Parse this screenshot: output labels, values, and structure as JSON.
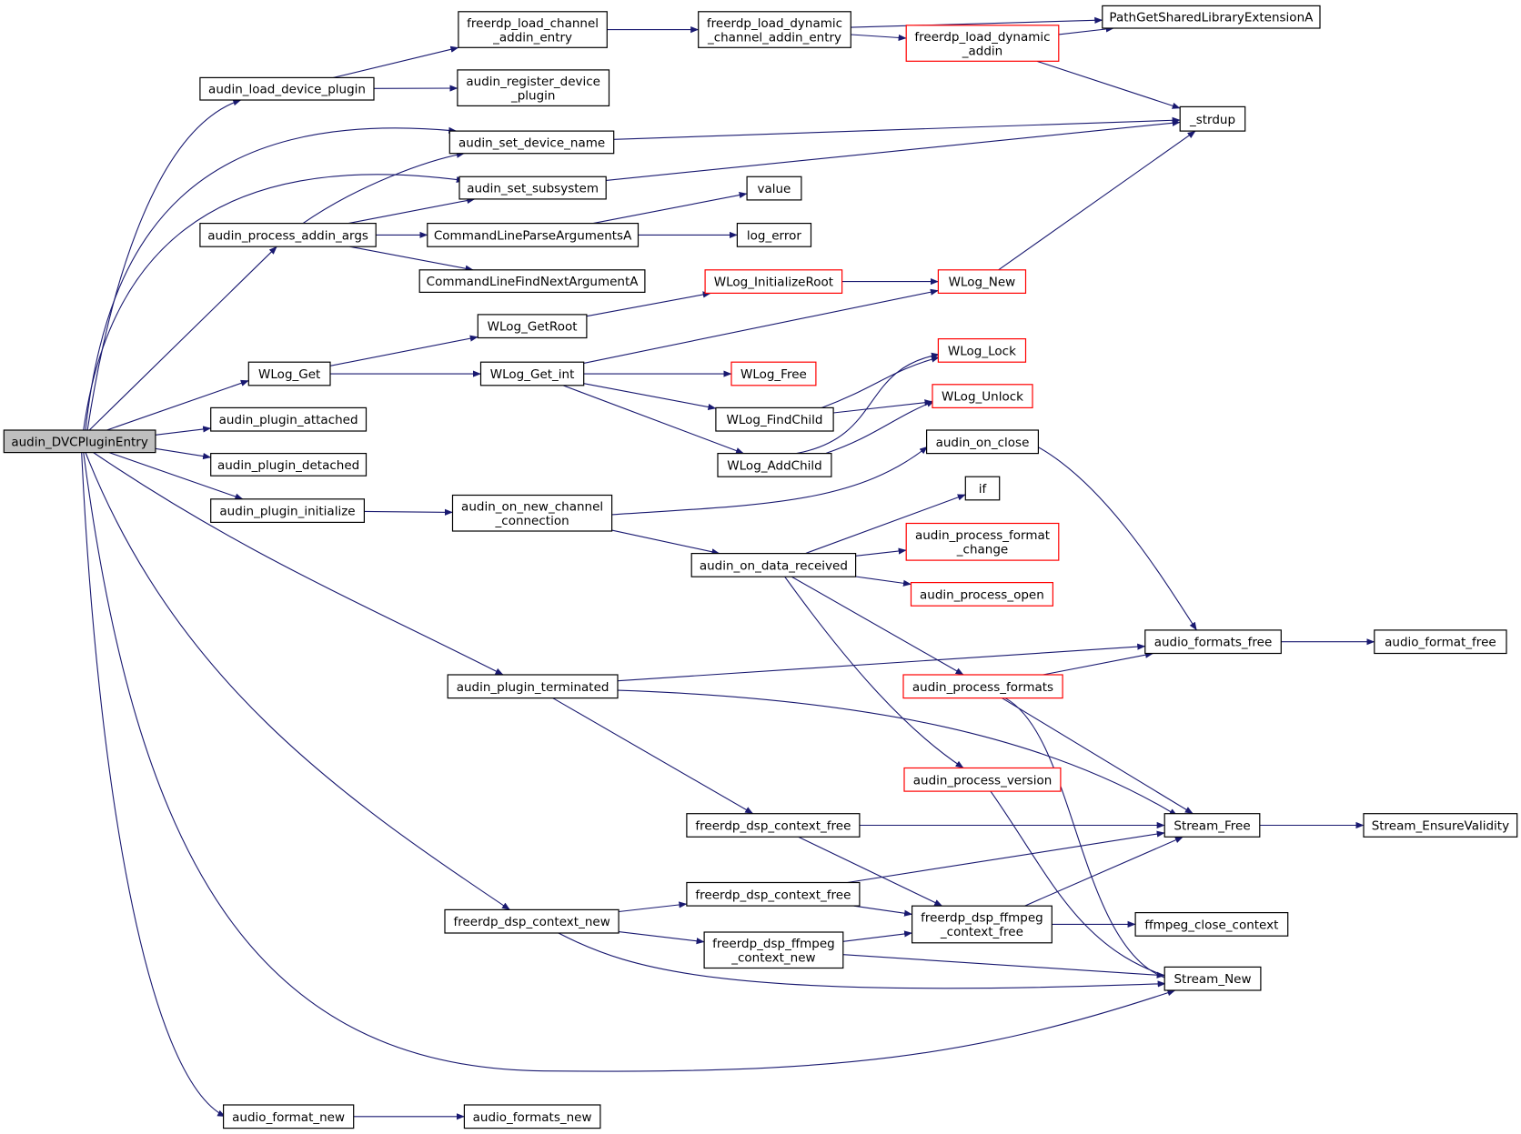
{
  "colors": {
    "edge": "#191970",
    "node_border": "#000000",
    "node_border_incomplete": "#ff0000",
    "node_fill": "#ffffff",
    "root_fill": "#bfbfbf"
  },
  "nodes": {
    "entry": {
      "lines": [
        "audin_DVCPluginEntry"
      ],
      "style": "root"
    },
    "load_device_plugin": {
      "lines": [
        "audin_load_device_plugin"
      ],
      "style": "normal"
    },
    "load_channel_addin_entry": {
      "lines": [
        "freerdp_load_channel",
        "_addin_entry"
      ],
      "style": "normal"
    },
    "load_dynamic_channel_addin_entry": {
      "lines": [
        "freerdp_load_dynamic",
        "_channel_addin_entry"
      ],
      "style": "normal"
    },
    "path_ext": {
      "lines": [
        "PathGetSharedLibraryExtensionA"
      ],
      "style": "normal"
    },
    "load_dynamic_addin": {
      "lines": [
        "freerdp_load_dynamic",
        "_addin"
      ],
      "style": "red"
    },
    "register_device_plugin": {
      "lines": [
        "audin_register_device",
        "_plugin"
      ],
      "style": "normal"
    },
    "strdup": {
      "lines": [
        "_strdup"
      ],
      "style": "normal"
    },
    "set_device_name": {
      "lines": [
        "audin_set_device_name"
      ],
      "style": "normal"
    },
    "set_subsystem": {
      "lines": [
        "audin_set_subsystem"
      ],
      "style": "normal"
    },
    "value": {
      "lines": [
        "value"
      ],
      "style": "normal"
    },
    "process_addin_args": {
      "lines": [
        "audin_process_addin_args"
      ],
      "style": "normal"
    },
    "cmd_parse": {
      "lines": [
        "CommandLineParseArgumentsA"
      ],
      "style": "normal"
    },
    "log_error": {
      "lines": [
        "log_error"
      ],
      "style": "normal"
    },
    "cmd_find_next": {
      "lines": [
        "CommandLineFindNextArgumentA"
      ],
      "style": "normal"
    },
    "wlog_init_root": {
      "lines": [
        "WLog_InitializeRoot"
      ],
      "style": "red"
    },
    "wlog_new": {
      "lines": [
        "WLog_New"
      ],
      "style": "red"
    },
    "wlog_get_root": {
      "lines": [
        "WLog_GetRoot"
      ],
      "style": "normal"
    },
    "wlog_lock": {
      "lines": [
        "WLog_Lock"
      ],
      "style": "red"
    },
    "wlog_get": {
      "lines": [
        "WLog_Get"
      ],
      "style": "normal"
    },
    "wlog_get_int": {
      "lines": [
        "WLog_Get_int"
      ],
      "style": "normal"
    },
    "wlog_free": {
      "lines": [
        "WLog_Free"
      ],
      "style": "red"
    },
    "wlog_unlock": {
      "lines": [
        "WLog_Unlock"
      ],
      "style": "red"
    },
    "plugin_attached": {
      "lines": [
        "audin_plugin_attached"
      ],
      "style": "normal"
    },
    "wlog_find_child": {
      "lines": [
        "WLog_FindChild"
      ],
      "style": "normal"
    },
    "on_close": {
      "lines": [
        "audin_on_close"
      ],
      "style": "normal"
    },
    "plugin_detached": {
      "lines": [
        "audin_plugin_detached"
      ],
      "style": "normal"
    },
    "wlog_add_child": {
      "lines": [
        "WLog_AddChild"
      ],
      "style": "normal"
    },
    "if": {
      "lines": [
        "if"
      ],
      "style": "normal"
    },
    "plugin_initialize": {
      "lines": [
        "audin_plugin_initialize"
      ],
      "style": "normal"
    },
    "on_new_channel_connection": {
      "lines": [
        "audin_on_new_channel",
        "_connection"
      ],
      "style": "normal"
    },
    "process_format_change": {
      "lines": [
        "audin_process_format",
        "_change"
      ],
      "style": "red"
    },
    "on_data_received": {
      "lines": [
        "audin_on_data_received"
      ],
      "style": "normal"
    },
    "process_open": {
      "lines": [
        "audin_process_open"
      ],
      "style": "red"
    },
    "audio_formats_free": {
      "lines": [
        "audio_formats_free"
      ],
      "style": "normal"
    },
    "audio_format_free": {
      "lines": [
        "audio_format_free"
      ],
      "style": "normal"
    },
    "plugin_terminated": {
      "lines": [
        "audin_plugin_terminated"
      ],
      "style": "normal"
    },
    "process_formats": {
      "lines": [
        "audin_process_formats"
      ],
      "style": "red"
    },
    "process_version": {
      "lines": [
        "audin_process_version"
      ],
      "style": "red"
    },
    "dsp_context_free_1": {
      "lines": [
        "freerdp_dsp_context_free"
      ],
      "style": "normal"
    },
    "stream_free": {
      "lines": [
        "Stream_Free"
      ],
      "style": "normal"
    },
    "stream_ensure_validity": {
      "lines": [
        "Stream_EnsureValidity"
      ],
      "style": "normal"
    },
    "dsp_context_free_2": {
      "lines": [
        "freerdp_dsp_context_free"
      ],
      "style": "normal"
    },
    "dsp_context_new": {
      "lines": [
        "freerdp_dsp_context_new"
      ],
      "style": "normal"
    },
    "dsp_ffmpeg_context_free": {
      "lines": [
        "freerdp_dsp_ffmpeg",
        "_context_free"
      ],
      "style": "normal"
    },
    "ffmpeg_close_context": {
      "lines": [
        "ffmpeg_close_context"
      ],
      "style": "normal"
    },
    "dsp_ffmpeg_context_new": {
      "lines": [
        "freerdp_dsp_ffmpeg",
        "_context_new"
      ],
      "style": "normal"
    },
    "stream_new": {
      "lines": [
        "Stream_New"
      ],
      "style": "normal"
    },
    "audio_format_new": {
      "lines": [
        "audio_format_new"
      ],
      "style": "normal"
    },
    "audio_formats_new": {
      "lines": [
        "audio_formats_new"
      ],
      "style": "normal"
    }
  },
  "edges": [
    [
      "entry",
      "load_device_plugin"
    ],
    [
      "entry",
      "set_device_name"
    ],
    [
      "entry",
      "set_subsystem"
    ],
    [
      "entry",
      "process_addin_args"
    ],
    [
      "entry",
      "wlog_get"
    ],
    [
      "entry",
      "plugin_attached"
    ],
    [
      "entry",
      "plugin_detached"
    ],
    [
      "entry",
      "plugin_initialize"
    ],
    [
      "entry",
      "plugin_terminated"
    ],
    [
      "entry",
      "dsp_context_new"
    ],
    [
      "entry",
      "stream_new"
    ],
    [
      "entry",
      "audio_format_new"
    ],
    [
      "load_device_plugin",
      "load_channel_addin_entry"
    ],
    [
      "load_device_plugin",
      "register_device_plugin"
    ],
    [
      "load_channel_addin_entry",
      "load_dynamic_channel_addin_entry"
    ],
    [
      "load_dynamic_channel_addin_entry",
      "path_ext"
    ],
    [
      "load_dynamic_channel_addin_entry",
      "load_dynamic_addin"
    ],
    [
      "load_dynamic_addin",
      "path_ext"
    ],
    [
      "load_dynamic_addin",
      "strdup"
    ],
    [
      "set_device_name",
      "strdup"
    ],
    [
      "set_subsystem",
      "strdup"
    ],
    [
      "process_addin_args",
      "set_device_name"
    ],
    [
      "process_addin_args",
      "set_subsystem"
    ],
    [
      "process_addin_args",
      "cmd_parse"
    ],
    [
      "process_addin_args",
      "cmd_find_next"
    ],
    [
      "cmd_parse",
      "value"
    ],
    [
      "cmd_parse",
      "log_error"
    ],
    [
      "wlog_get",
      "wlog_get_root"
    ],
    [
      "wlog_get",
      "wlog_get_int"
    ],
    [
      "wlog_get_root",
      "wlog_init_root"
    ],
    [
      "wlog_init_root",
      "wlog_new"
    ],
    [
      "wlog_new",
      "strdup"
    ],
    [
      "wlog_get_int",
      "wlog_new"
    ],
    [
      "wlog_get_int",
      "wlog_free"
    ],
    [
      "wlog_get_int",
      "wlog_find_child"
    ],
    [
      "wlog_get_int",
      "wlog_add_child"
    ],
    [
      "wlog_find_child",
      "wlog_lock"
    ],
    [
      "wlog_find_child",
      "wlog_unlock"
    ],
    [
      "wlog_add_child",
      "wlog_lock"
    ],
    [
      "wlog_add_child",
      "wlog_unlock"
    ],
    [
      "plugin_initialize",
      "on_new_channel_connection"
    ],
    [
      "on_new_channel_connection",
      "on_close"
    ],
    [
      "on_new_channel_connection",
      "on_data_received"
    ],
    [
      "on_close",
      "audio_formats_free"
    ],
    [
      "on_data_received",
      "if"
    ],
    [
      "on_data_received",
      "process_format_change"
    ],
    [
      "on_data_received",
      "process_open"
    ],
    [
      "on_data_received",
      "process_formats"
    ],
    [
      "on_data_received",
      "process_version"
    ],
    [
      "audio_formats_free",
      "audio_format_free"
    ],
    [
      "plugin_terminated",
      "audio_formats_free"
    ],
    [
      "plugin_terminated",
      "stream_free"
    ],
    [
      "plugin_terminated",
      "dsp_context_free_1"
    ],
    [
      "process_formats",
      "audio_formats_free"
    ],
    [
      "process_formats",
      "stream_free"
    ],
    [
      "process_formats",
      "stream_new"
    ],
    [
      "process_version",
      "stream_new"
    ],
    [
      "dsp_context_free_1",
      "stream_free"
    ],
    [
      "dsp_context_free_1",
      "dsp_ffmpeg_context_free"
    ],
    [
      "stream_free",
      "stream_ensure_validity"
    ],
    [
      "dsp_context_new",
      "dsp_context_free_2"
    ],
    [
      "dsp_context_new",
      "dsp_ffmpeg_context_new"
    ],
    [
      "dsp_context_new",
      "stream_new"
    ],
    [
      "dsp_context_free_2",
      "stream_free"
    ],
    [
      "dsp_context_free_2",
      "dsp_ffmpeg_context_free"
    ],
    [
      "dsp_ffmpeg_context_new",
      "dsp_ffmpeg_context_free"
    ],
    [
      "dsp_ffmpeg_context_new",
      "stream_new"
    ],
    [
      "dsp_ffmpeg_context_free",
      "ffmpeg_close_context"
    ],
    [
      "dsp_ffmpeg_context_free",
      "stream_free"
    ],
    [
      "audio_format_new",
      "audio_formats_new"
    ]
  ]
}
